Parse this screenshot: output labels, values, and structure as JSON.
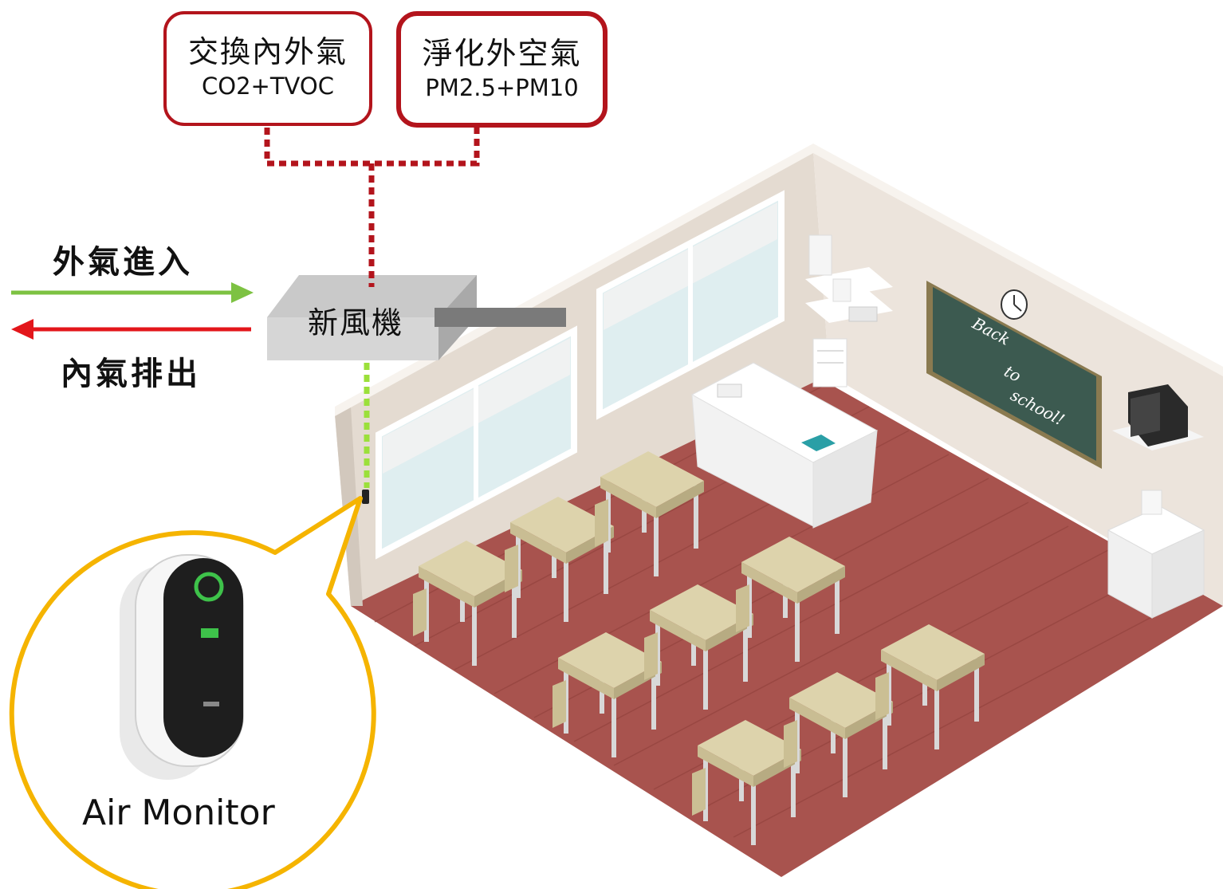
{
  "box_exchange": {
    "title": "交換內外氣",
    "subtitle": "CO2+TVOC"
  },
  "box_purify": {
    "title": "淨化外空氣",
    "subtitle": "PM2.5+PM10"
  },
  "intake_label": "外氣進入",
  "exhaust_label": "內氣排出",
  "unit_label": "新風機",
  "monitor_label": "Air Monitor",
  "chalkboard": {
    "line1": "Back",
    "line2": "to",
    "line3": "school!"
  },
  "colors": {
    "box_border": "#b3141c",
    "intake_arrow": "#7dc242",
    "exhaust_arrow": "#e3161b",
    "callout": "#f5b400",
    "floor": "#a8534e",
    "wall": "#ece4dc",
    "chalkboard": "#3c5a50"
  },
  "icons": [
    "air-monitor-device-icon",
    "clock-icon",
    "tv-icon",
    "book-icon"
  ]
}
